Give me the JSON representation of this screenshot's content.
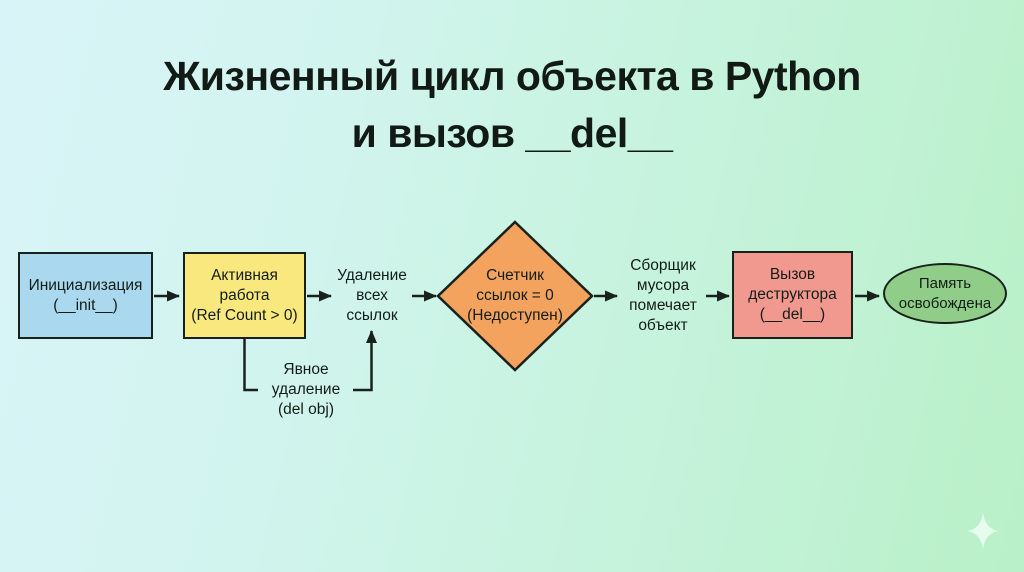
{
  "title": {
    "line1": "Жизненный цикл объекта в Python",
    "line2": "и вызов __del__"
  },
  "flowchart": {
    "nodes": {
      "init": {
        "label": "Инициализация\n(__init__)",
        "fill": "#a9d8ef"
      },
      "active": {
        "label": "Активная\nработа\n(Ref Count > 0)",
        "fill": "#f8e87d"
      },
      "remove_refs": {
        "label": "Удаление\nвсех\nссылок"
      },
      "refcount_zero": {
        "label": "Счетчик\nссылок = 0\n(Недоступен)",
        "fill": "#f4a35f"
      },
      "gc_marks": {
        "label": "Сборщик\nмусора\nпомечает\nобъект"
      },
      "destructor": {
        "label": "Вызов\nдеструктора\n(__del__)",
        "fill": "#f2998f"
      },
      "memory_freed": {
        "label": "Память\nосвобождена",
        "fill": "#90cd89"
      },
      "explicit_delete": {
        "label": "Явное\nудаление\n(del obj)"
      }
    },
    "stroke": "#18211b",
    "background": {
      "start": "#d9f4f8",
      "mid": "#c9f3e2",
      "end": "#b9f0c8"
    }
  },
  "decorations": {
    "sparkle_color": "#eafdf2"
  }
}
